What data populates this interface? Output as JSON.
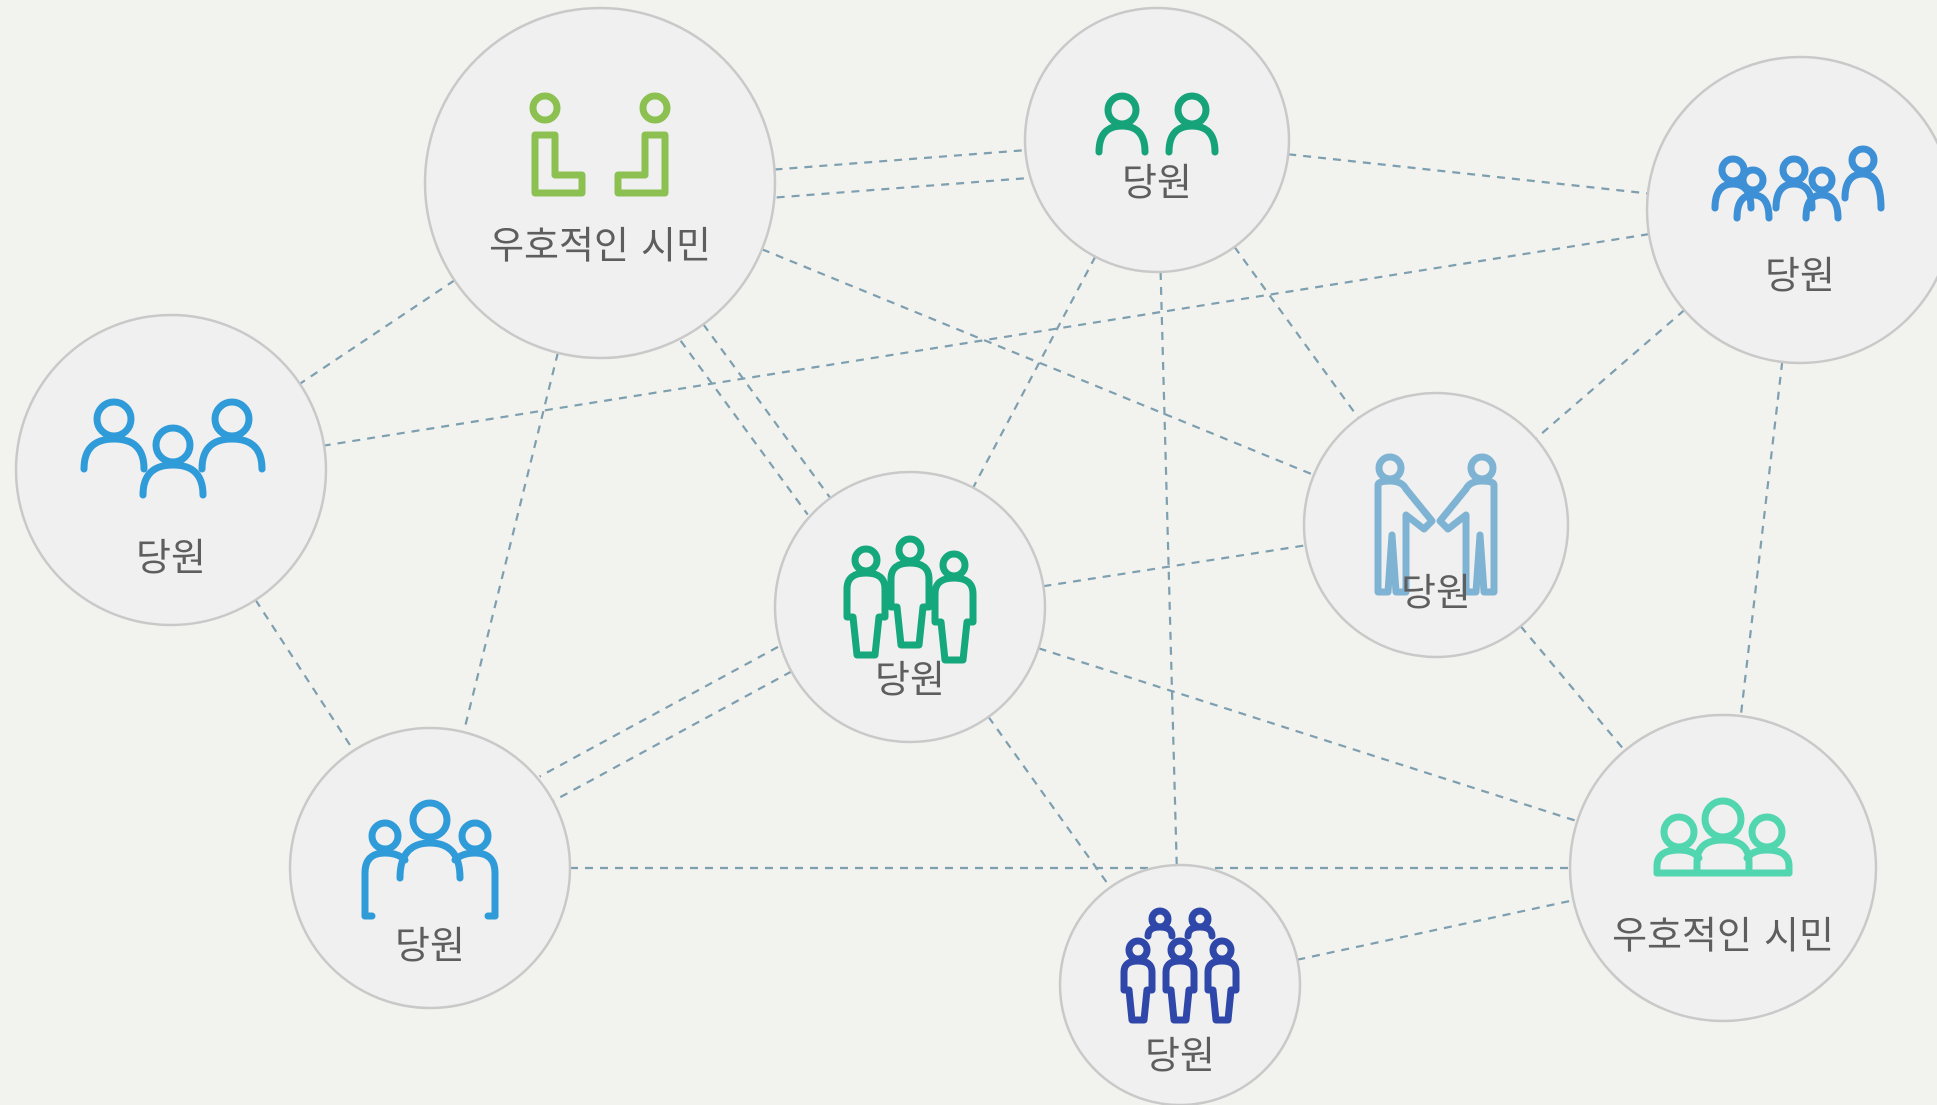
{
  "nodes": [
    {
      "id": "n1",
      "label": "우호적인 시민",
      "icon": "seated-pair-icon",
      "color": "#8cc152"
    },
    {
      "id": "n2",
      "label": "당원",
      "icon": "two-people-icon",
      "color": "#16a37a"
    },
    {
      "id": "n3",
      "label": "당원",
      "icon": "group-of-five-icon",
      "color": "#3d8fd6"
    },
    {
      "id": "n4",
      "label": "당원",
      "icon": "three-people-icon",
      "color": "#2f9bd8"
    },
    {
      "id": "n5",
      "label": "당원",
      "icon": "three-standing-people-icon",
      "color": "#14a87c"
    },
    {
      "id": "n6",
      "label": "당원",
      "icon": "handshake-icon",
      "color": "#7fb3d3"
    },
    {
      "id": "n7",
      "label": "당원",
      "icon": "team-of-three-icon",
      "color": "#2f9bd8"
    },
    {
      "id": "n8",
      "label": "당원",
      "icon": "crowd-icon",
      "color": "#2f47a8"
    },
    {
      "id": "n9",
      "label": "우호적인 시민",
      "icon": "group-of-three-icon",
      "color": "#52d6b0"
    }
  ],
  "edges": [
    [
      "n1",
      "n2"
    ],
    [
      "n1",
      "n2"
    ],
    [
      "n1",
      "n4"
    ],
    [
      "n1",
      "n5"
    ],
    [
      "n1",
      "n5"
    ],
    [
      "n1",
      "n7"
    ],
    [
      "n1",
      "n6"
    ],
    [
      "n2",
      "n3"
    ],
    [
      "n2",
      "n5"
    ],
    [
      "n2",
      "n6"
    ],
    [
      "n2",
      "n8"
    ],
    [
      "n3",
      "n4"
    ],
    [
      "n3",
      "n6"
    ],
    [
      "n3",
      "n9"
    ],
    [
      "n4",
      "n7"
    ],
    [
      "n5",
      "n7"
    ],
    [
      "n5",
      "n7"
    ],
    [
      "n5",
      "n6"
    ],
    [
      "n5",
      "n8"
    ],
    [
      "n5",
      "n9"
    ],
    [
      "n6",
      "n9"
    ],
    [
      "n7",
      "n9"
    ],
    [
      "n8",
      "n9"
    ]
  ],
  "colors": {
    "edge": "#7d9fb0",
    "node_fill": "#f0f0f0",
    "node_stroke": "#c9c9c9",
    "label": "#5e5e5e",
    "background": "#f2f2ee"
  }
}
